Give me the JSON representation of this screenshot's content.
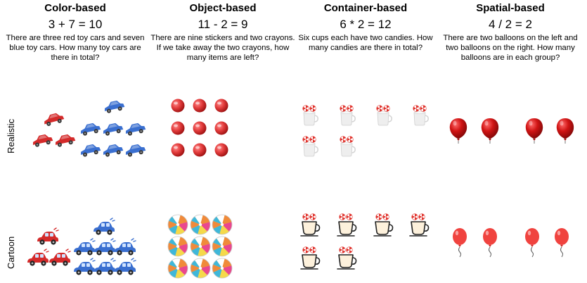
{
  "columns": [
    {
      "title": "Color-based",
      "equation": "3 + 7 = 10",
      "question": "There are three red toy cars and seven blue toy cars. How many toy cars are there in total?"
    },
    {
      "title": "Object-based",
      "equation": "11 - 2 = 9",
      "question": "There are nine stickers and two crayons. If we take away the two crayons, how many items are left?"
    },
    {
      "title": "Container-based",
      "equation": "6 * 2 = 12",
      "question": "Six cups each have two candies. How many candies are there in total?"
    },
    {
      "title": "Spatial-based",
      "equation": "4 / 2 = 2",
      "question": "There are two balloons on the left and two balloons on the right. How many balloons are in each group?"
    }
  ],
  "rows": [
    {
      "label": "Realistic"
    },
    {
      "label": "Cartoon"
    }
  ],
  "colors": {
    "red_car": "#d42a2a",
    "blue_car": "#3a6fd0",
    "sticker_red": "#e23b3b",
    "balloon_red": "#d01414",
    "balloon_cartoon": "#f0433f",
    "candy_red": "#e0322c"
  },
  "icons": [
    "toy-car-icon",
    "sticker-icon",
    "beach-ball-icon",
    "cup-icon",
    "candy-icon",
    "balloon-icon"
  ]
}
